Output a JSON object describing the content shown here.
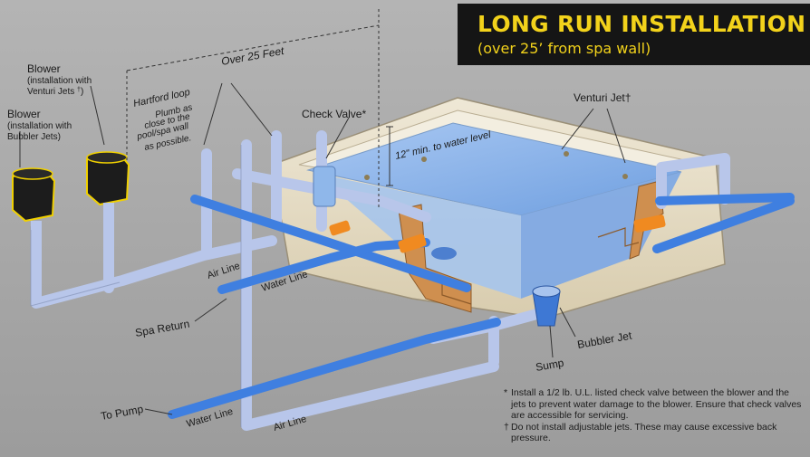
{
  "title": {
    "main": "LONG RUN INSTALLATION",
    "sub": "(over 25’ from spa wall)"
  },
  "labels": {
    "blower_venturi": "Blower",
    "blower_venturi_note_1": "(installation with",
    "blower_venturi_note_2": "Venturi Jets",
    "blower_venturi_mark": "†",
    "blower_venturi_close": ")",
    "blower_bubbler": "Blower",
    "blower_bubbler_note_1": "(installation with",
    "blower_bubbler_note_2": "Bubbler Jets)",
    "over_25_feet": "Over 25 Feet",
    "hartford_loop": "Hartford loop",
    "plumb_1": "Plumb as",
    "plumb_2": "close to the",
    "plumb_3": "pool/spa wall",
    "plumb_4": "as possible.",
    "check_valve": "Check Valve*",
    "min_water": "12\" min. to water level",
    "venturi_jet": "Venturi Jet†",
    "air_line_upper": "Air Line",
    "water_line_upper": "Water Line",
    "spa_return": "Spa Return",
    "bubbler_jet": "Bubbler Jet",
    "sump": "Sump",
    "to_pump": "To Pump",
    "water_line_lower": "Water Line",
    "air_line_lower": "Air Line"
  },
  "notes": [
    {
      "mark": "*",
      "text": "Install a 1/2 lb. U.L. listed check valve between the blower and the jets to prevent water damage to the blower. Ensure that check valves are accessible for servicing."
    },
    {
      "mark": "†",
      "text": "Do not install adjustable jets. These may cause excessive back pressure."
    }
  ],
  "colors": {
    "title_bg": "#151515",
    "title_text": "#f2d21b",
    "water_pipe": "#3f7fe0",
    "air_pipe": "#b8c6ea",
    "spa_water": "#8fb6e8",
    "spa_shell": "#e6dcc4",
    "cut_wall": "#c9894a",
    "check_valve": "#f08a20",
    "blower": "#1c1c1c",
    "blower_outline": "#f0d000"
  }
}
